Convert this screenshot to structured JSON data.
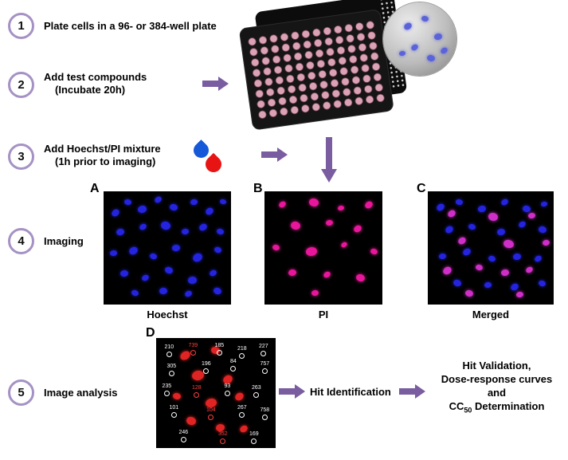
{
  "steps": [
    {
      "number": "1",
      "label": "Plate cells in a 96- or 384-well plate",
      "sub": ""
    },
    {
      "number": "2",
      "label": "Add test compounds",
      "sub": "(Incubate 20h)"
    },
    {
      "number": "3",
      "label": "Add Hoechst/PI mixture",
      "sub": "(1h prior to imaging)"
    },
    {
      "number": "4",
      "label": "Imaging",
      "sub": ""
    },
    {
      "number": "5",
      "label": "Image analysis",
      "sub": ""
    }
  ],
  "panels": {
    "a": {
      "letter": "A",
      "caption": "Hoechst",
      "dots": [
        [
          6,
          16,
          10
        ],
        [
          16,
          7,
          9
        ],
        [
          27,
          13,
          11
        ],
        [
          40,
          5,
          9
        ],
        [
          52,
          11,
          10
        ],
        [
          68,
          7,
          9
        ],
        [
          80,
          15,
          10
        ],
        [
          91,
          7,
          8
        ],
        [
          10,
          33,
          10
        ],
        [
          28,
          29,
          9
        ],
        [
          45,
          27,
          12
        ],
        [
          61,
          33,
          9
        ],
        [
          75,
          29,
          10
        ],
        [
          89,
          33,
          9
        ],
        [
          5,
          52,
          9
        ],
        [
          20,
          49,
          11
        ],
        [
          36,
          55,
          9
        ],
        [
          54,
          47,
          10
        ],
        [
          70,
          55,
          12
        ],
        [
          87,
          49,
          9
        ],
        [
          13,
          70,
          10
        ],
        [
          30,
          74,
          9
        ],
        [
          48,
          67,
          10
        ],
        [
          66,
          75,
          11
        ],
        [
          83,
          70,
          9
        ],
        [
          22,
          87,
          9
        ],
        [
          44,
          85,
          10
        ],
        [
          64,
          88,
          9
        ],
        [
          86,
          85,
          10
        ]
      ]
    },
    "b": {
      "letter": "B",
      "caption": "PI",
      "dots": [
        [
          12,
          9,
          9
        ],
        [
          38,
          6,
          12
        ],
        [
          62,
          13,
          8
        ],
        [
          85,
          9,
          10
        ],
        [
          22,
          27,
          12
        ],
        [
          52,
          25,
          9
        ],
        [
          76,
          30,
          10
        ],
        [
          7,
          47,
          9
        ],
        [
          35,
          49,
          14
        ],
        [
          65,
          45,
          8
        ],
        [
          90,
          51,
          9
        ],
        [
          20,
          69,
          10
        ],
        [
          50,
          71,
          9
        ],
        [
          78,
          73,
          11
        ],
        [
          40,
          87,
          9
        ]
      ]
    },
    "c": {
      "letter": "C",
      "caption": "Merged",
      "dots_blue": [
        [
          7,
          11,
          10
        ],
        [
          22,
          7,
          9
        ],
        [
          40,
          13,
          10
        ],
        [
          58,
          7,
          9
        ],
        [
          75,
          13,
          10
        ],
        [
          90,
          9,
          8
        ],
        [
          14,
          31,
          10
        ],
        [
          32,
          29,
          9
        ],
        [
          55,
          33,
          10
        ],
        [
          72,
          27,
          9
        ],
        [
          88,
          31,
          10
        ],
        [
          9,
          55,
          9
        ],
        [
          28,
          51,
          10
        ],
        [
          48,
          57,
          9
        ],
        [
          68,
          55,
          10
        ],
        [
          85,
          57,
          9
        ],
        [
          20,
          78,
          10
        ],
        [
          45,
          80,
          9
        ],
        [
          66,
          82,
          10
        ],
        [
          88,
          79,
          9
        ]
      ],
      "dots_magenta": [
        [
          16,
          17,
          10
        ],
        [
          48,
          19,
          12
        ],
        [
          80,
          19,
          9
        ],
        [
          24,
          41,
          10
        ],
        [
          60,
          43,
          13
        ],
        [
          91,
          43,
          9
        ],
        [
          12,
          67,
          11
        ],
        [
          38,
          65,
          9
        ],
        [
          58,
          69,
          10
        ],
        [
          78,
          67,
          9
        ],
        [
          30,
          87,
          10
        ],
        [
          70,
          89,
          9
        ]
      ]
    },
    "d": {
      "letter": "D",
      "cells": [
        [
          20,
          12,
          13
        ],
        [
          46,
          8,
          11
        ],
        [
          30,
          30,
          15
        ],
        [
          56,
          34,
          12
        ],
        [
          14,
          50,
          10
        ],
        [
          41,
          55,
          14
        ],
        [
          66,
          50,
          11
        ],
        [
          25,
          72,
          12
        ],
        [
          50,
          78,
          11
        ],
        [
          70,
          80,
          10
        ]
      ],
      "annotations": [
        [
          7,
          6,
          "210"
        ],
        [
          27,
          4,
          "739",
          "r"
        ],
        [
          49,
          4,
          "185"
        ],
        [
          68,
          7,
          "218"
        ],
        [
          86,
          5,
          "227"
        ],
        [
          9,
          23,
          "305"
        ],
        [
          38,
          21,
          "196"
        ],
        [
          62,
          19,
          "84"
        ],
        [
          87,
          21,
          "757"
        ],
        [
          5,
          41,
          "235"
        ],
        [
          30,
          43,
          "128",
          "r"
        ],
        [
          57,
          41,
          "93"
        ],
        [
          80,
          43,
          "263"
        ],
        [
          11,
          61,
          "101"
        ],
        [
          42,
          63,
          "104",
          "r"
        ],
        [
          68,
          61,
          "267"
        ],
        [
          87,
          63,
          "758"
        ],
        [
          19,
          83,
          "246"
        ],
        [
          52,
          85,
          "352",
          "r"
        ],
        [
          78,
          85,
          "169"
        ]
      ]
    }
  },
  "inset": {
    "dots": [
      [
        28,
        28,
        10
      ],
      [
        52,
        18,
        9
      ],
      [
        70,
        42,
        10
      ],
      [
        38,
        58,
        9
      ],
      [
        60,
        72,
        10
      ],
      [
        22,
        66,
        8
      ],
      [
        78,
        62,
        9
      ]
    ]
  },
  "flow": {
    "hit_identification": "Hit Identification",
    "outcome": {
      "line1": "Hit Validation,",
      "line2": "Dose-response curves",
      "line3": "and",
      "cc_prefix": "CC",
      "cc_sub": "50",
      "cc_suffix": " Determination"
    }
  },
  "colors": {
    "accent": "#7a5ca0",
    "ring": "#a592c5",
    "hoechst_blue": "#2424e0",
    "pi_magenta": "#e8169a",
    "merged_magenta": "#cf2ec8",
    "analysis_red": "#e02424",
    "droplet_blue": "#1558d8",
    "droplet_red": "#e81414",
    "well_pink": "#dba2b6",
    "inset_nuclei": "#5b63d8"
  }
}
